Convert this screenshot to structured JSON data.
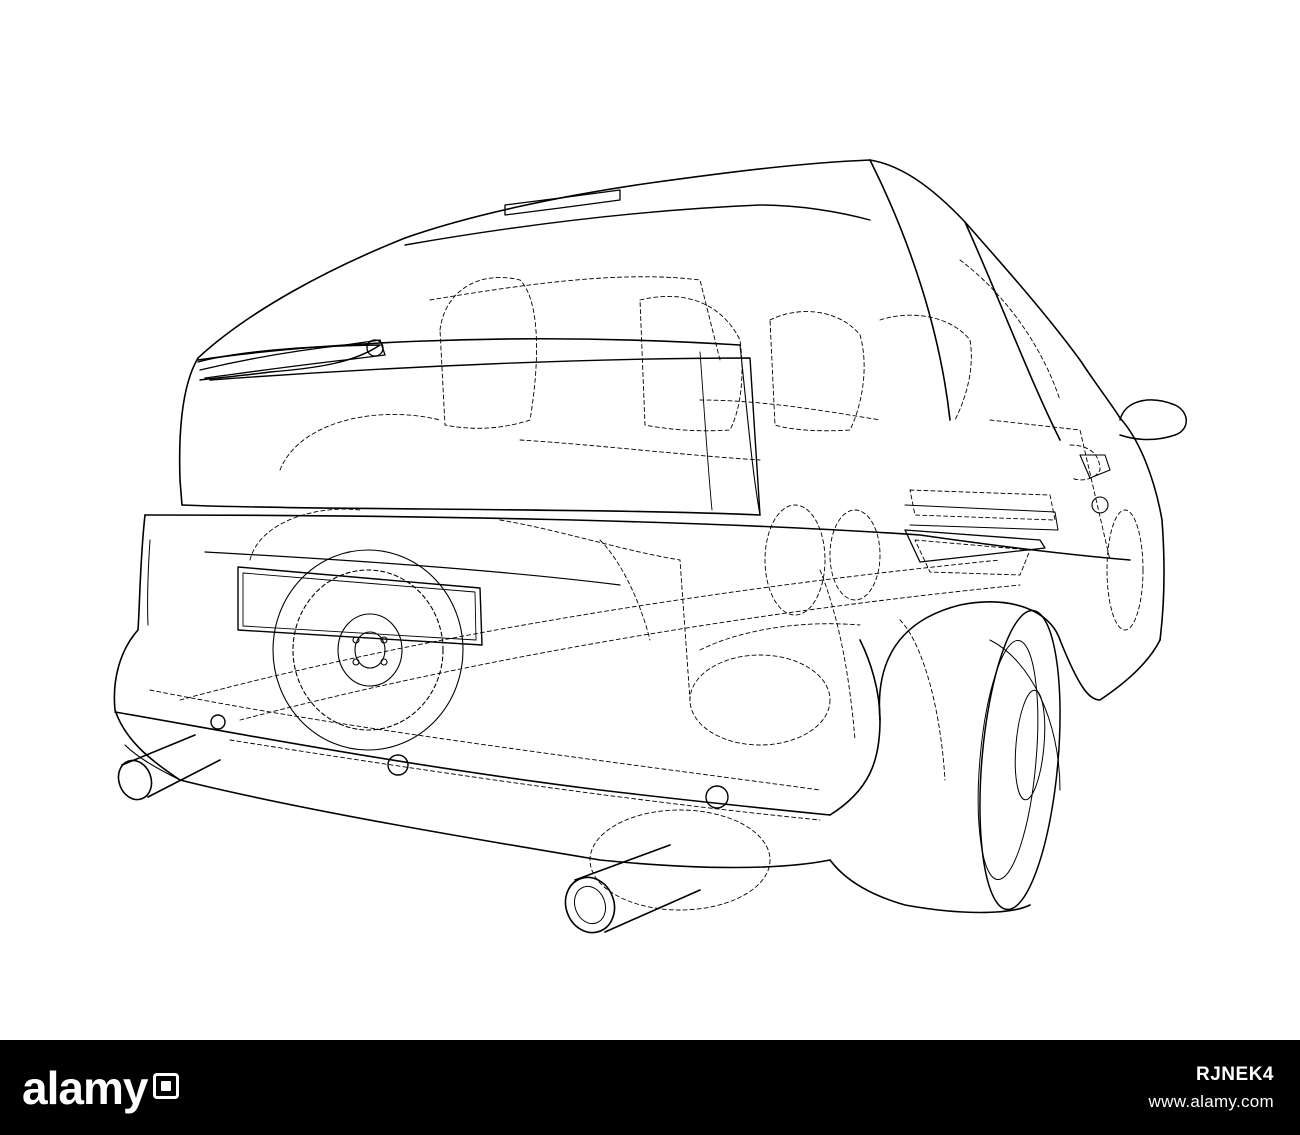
{
  "footer": {
    "logo_text": "alamy",
    "image_id": "RJNEK4",
    "url": "www.alamy.com"
  },
  "colors": {
    "background": "#ffffff",
    "line": "#000000",
    "footer_bg": "#000000",
    "footer_text": "#ffffff"
  },
  "icons": {
    "logo_badge": "square-badge-icon"
  }
}
